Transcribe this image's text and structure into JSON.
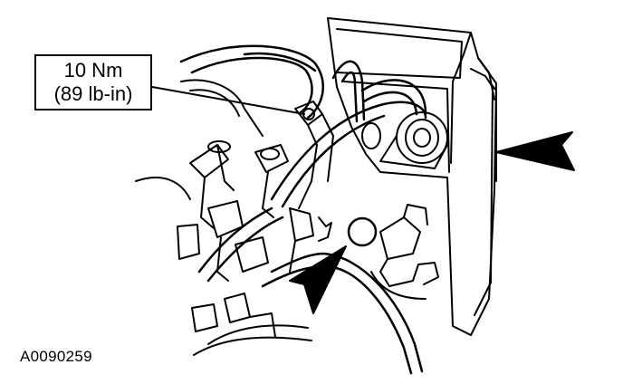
{
  "callout": {
    "torque_nm": "10 Nm",
    "torque_lbin": "(89 lb-in)"
  },
  "figure_id": "A0090259",
  "colors": {
    "line": "#000000",
    "background": "#ffffff"
  },
  "icons": [
    "arrow-icon",
    "arrow-icon",
    "circle-marker-icon"
  ]
}
